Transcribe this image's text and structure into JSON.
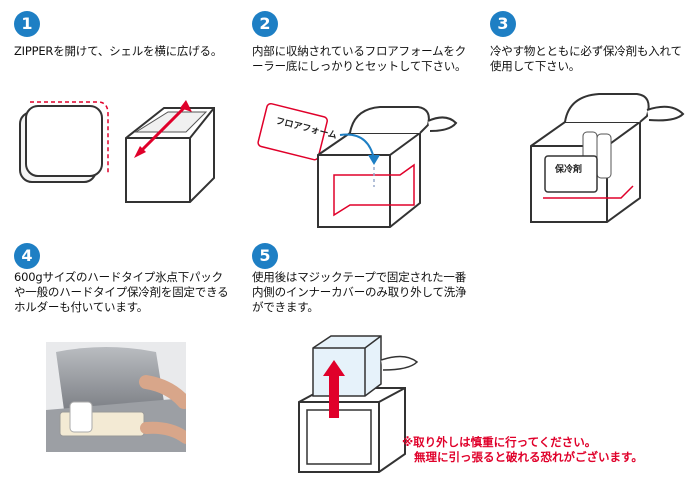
{
  "steps": [
    {
      "num": "1",
      "text": "ZIPPERを開けて、シェルを横に広げる。"
    },
    {
      "num": "2",
      "text": "内部に収納されているフロアフォームをクーラー底にしっかりとセットして下さい。",
      "label": "フロアフォーム"
    },
    {
      "num": "3",
      "text": "冷やす物とともに必ず保冷剤も入れて使用して下さい。",
      "label": "保冷剤"
    },
    {
      "num": "4",
      "text": "600gサイズのハードタイプ氷点下パックや一般のハードタイプ保冷剤を固定できるホルダーも付いています。"
    },
    {
      "num": "5",
      "text": "使用後はマジックテープで固定された一番内側のインナーカバーのみ取り外して洗浄ができます。"
    }
  ],
  "note": {
    "line1": "※取り外しは慎重に行ってください。",
    "line2": "無理に引っ張ると破れる恐れがございます。"
  },
  "colors": {
    "badge": "#1e7fc4",
    "accent": "#e0002a",
    "stroke": "#333333"
  }
}
